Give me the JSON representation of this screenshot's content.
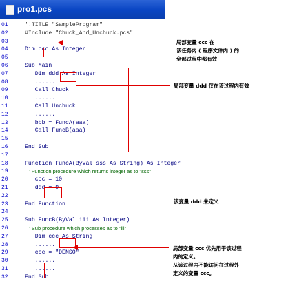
{
  "window": {
    "title": "pro1.pcs"
  },
  "lines": [
    {
      "n": "01",
      "t": "'!TITLE \"SampleProgram\"",
      "style": "gray"
    },
    {
      "n": "02",
      "t": "#Include \"Chuck_And_Unchuck.pcs\"",
      "style": "gray"
    },
    {
      "n": "03",
      "t": "",
      "style": ""
    },
    {
      "n": "04",
      "t": "Dim ccc As Integer",
      "style": ""
    },
    {
      "n": "05",
      "t": "",
      "style": ""
    },
    {
      "n": "06",
      "t": "Sub Main",
      "style": ""
    },
    {
      "n": "07",
      "t": "   Dim ddd As Integer",
      "style": ""
    },
    {
      "n": "08",
      "t": "   ......",
      "style": ""
    },
    {
      "n": "09",
      "t": "   Call Chuck",
      "style": ""
    },
    {
      "n": "10",
      "t": "   ......",
      "style": ""
    },
    {
      "n": "11",
      "t": "   Call Unchuck",
      "style": ""
    },
    {
      "n": "12",
      "t": "   ......",
      "style": ""
    },
    {
      "n": "13",
      "t": "   bbb = FuncA(aaa)",
      "style": ""
    },
    {
      "n": "14",
      "t": "   Call FuncB(aaa)",
      "style": ""
    },
    {
      "n": "15",
      "t": "",
      "style": ""
    },
    {
      "n": "16",
      "t": "End Sub",
      "style": ""
    },
    {
      "n": "17",
      "t": "",
      "style": ""
    },
    {
      "n": "18",
      "t": "Function FuncA(ByVal sss As String) As Integer",
      "style": ""
    },
    {
      "n": "19",
      "t": "   ' Function procedure which returns integer as to \"sss\"",
      "style": "cmt"
    },
    {
      "n": "20",
      "t": "   ccc = 10",
      "style": ""
    },
    {
      "n": "21",
      "t": "   ddd = 9",
      "style": ""
    },
    {
      "n": "22",
      "t": "",
      "style": ""
    },
    {
      "n": "23",
      "t": "End Function",
      "style": ""
    },
    {
      "n": "24",
      "t": "",
      "style": ""
    },
    {
      "n": "25",
      "t": "Sub FuncB(ByVal iii As Integer)",
      "style": ""
    },
    {
      "n": "26",
      "t": "   ' Sub procedure which processes as to \"iii\"",
      "style": "cmt"
    },
    {
      "n": "27",
      "t": "   Dim ccc As String",
      "style": ""
    },
    {
      "n": "28",
      "t": "   ......",
      "style": ""
    },
    {
      "n": "29",
      "t": "   ccc = \"DENSO\"",
      "style": ""
    },
    {
      "n": "30",
      "t": "   ......",
      "style": ""
    },
    {
      "n": "31",
      "t": "   ......",
      "style": ""
    },
    {
      "n": "32",
      "t": "End Sub",
      "style": ""
    }
  ],
  "notes": {
    "n1_line1": "局部变量 ccc 在",
    "n1_line2": "该任务内 ( 程序文件内 ) 的",
    "n1_line3": "全部过程中都有效",
    "n2": "局部变量 ddd 仅在该过程内有效",
    "n3": "该变量 ddd 未定义",
    "n4_line1": "局部变量 ccc 优先用于该过程",
    "n4_line2": "内的定义。",
    "n4_line3": "从该过程内不能访问在过程外",
    "n4_line4": "定义的变量 ccc。"
  },
  "colors": {
    "annotation": "#e00000",
    "titlebar": "#0a46c4",
    "line_number": "#0000c8",
    "code": "#000080",
    "comment": "#006400"
  }
}
